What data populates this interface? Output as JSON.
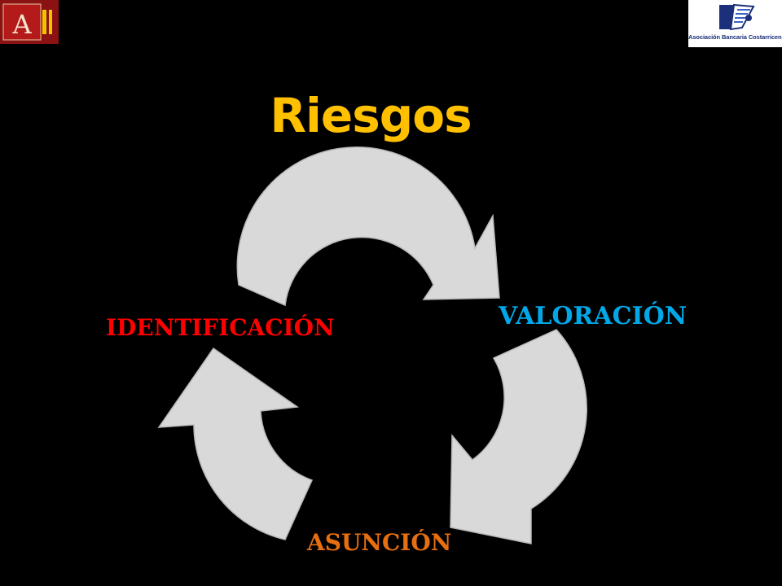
{
  "slide": {
    "title": "Riesgos",
    "background_color": "#000000",
    "title_color": "#ffc000"
  },
  "logos": {
    "left": {
      "icon": "academy-a-logo-icon",
      "letter": "A"
    },
    "right": {
      "icon": "bank-association-logo-icon",
      "text": "Asociación Bancaria Costarricense"
    }
  },
  "cycle": {
    "arrow_color": "#d9d9d9",
    "stages": [
      {
        "label": "IDENTIFICACIÓN",
        "color": "#ff0000"
      },
      {
        "label": "VALORACIÓN",
        "color": "#00a8e8"
      },
      {
        "label": "ASUNCIÓN",
        "color": "#e86f10"
      }
    ]
  }
}
